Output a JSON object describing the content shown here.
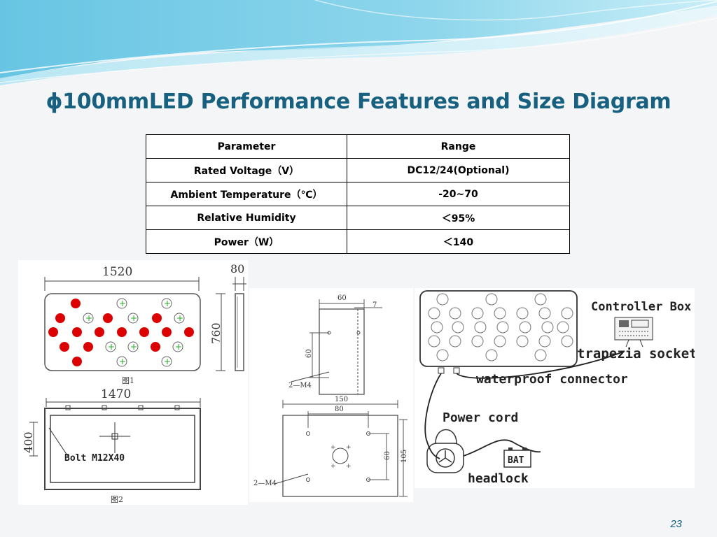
{
  "title": "ϕ100mmLED Performance Features and Size Diagram",
  "table": {
    "headers": [
      "Parameter",
      "Range"
    ],
    "rows": [
      [
        "Rated Voltage（V）",
        "DC12/24(Optional)"
      ],
      [
        "Ambient Temperature（℃）",
        "-20~70"
      ],
      [
        "Relative Humidity",
        "＜95%"
      ],
      [
        "Power（W）",
        "＜140"
      ]
    ]
  },
  "diagram1": {
    "width_dim": "1520",
    "depth_dim": "80",
    "height_dim": "760",
    "fig_label": "图1",
    "back_width_dim": "1470",
    "back_height_dim": "400",
    "bolt_label": "Bolt M12X40",
    "fig2_label": "图2"
  },
  "diagram2": {
    "bracket_top_width": "60",
    "bracket_offset": "7",
    "bracket_height": "60",
    "bracket_hole_label": "2—M4",
    "plate_width": "150",
    "plate_hole_spacing": "80",
    "plate_hole_vertical": "60",
    "plate_height": "105",
    "plate_hole_label": "2—M4"
  },
  "diagram3": {
    "controller_box_label": "Controller Box",
    "trapezia_socket_label": "trapezia socket",
    "waterproof_connector_label": "waterproof connector",
    "power_cord_label": "Power cord",
    "battery_label": "BAT",
    "headlock_label": "headlock"
  },
  "page_number": "23",
  "colors": {
    "title": "#17607f",
    "red_led": "#dd0000",
    "green_led": "#22aa22",
    "wave": "#5ec4e0"
  }
}
